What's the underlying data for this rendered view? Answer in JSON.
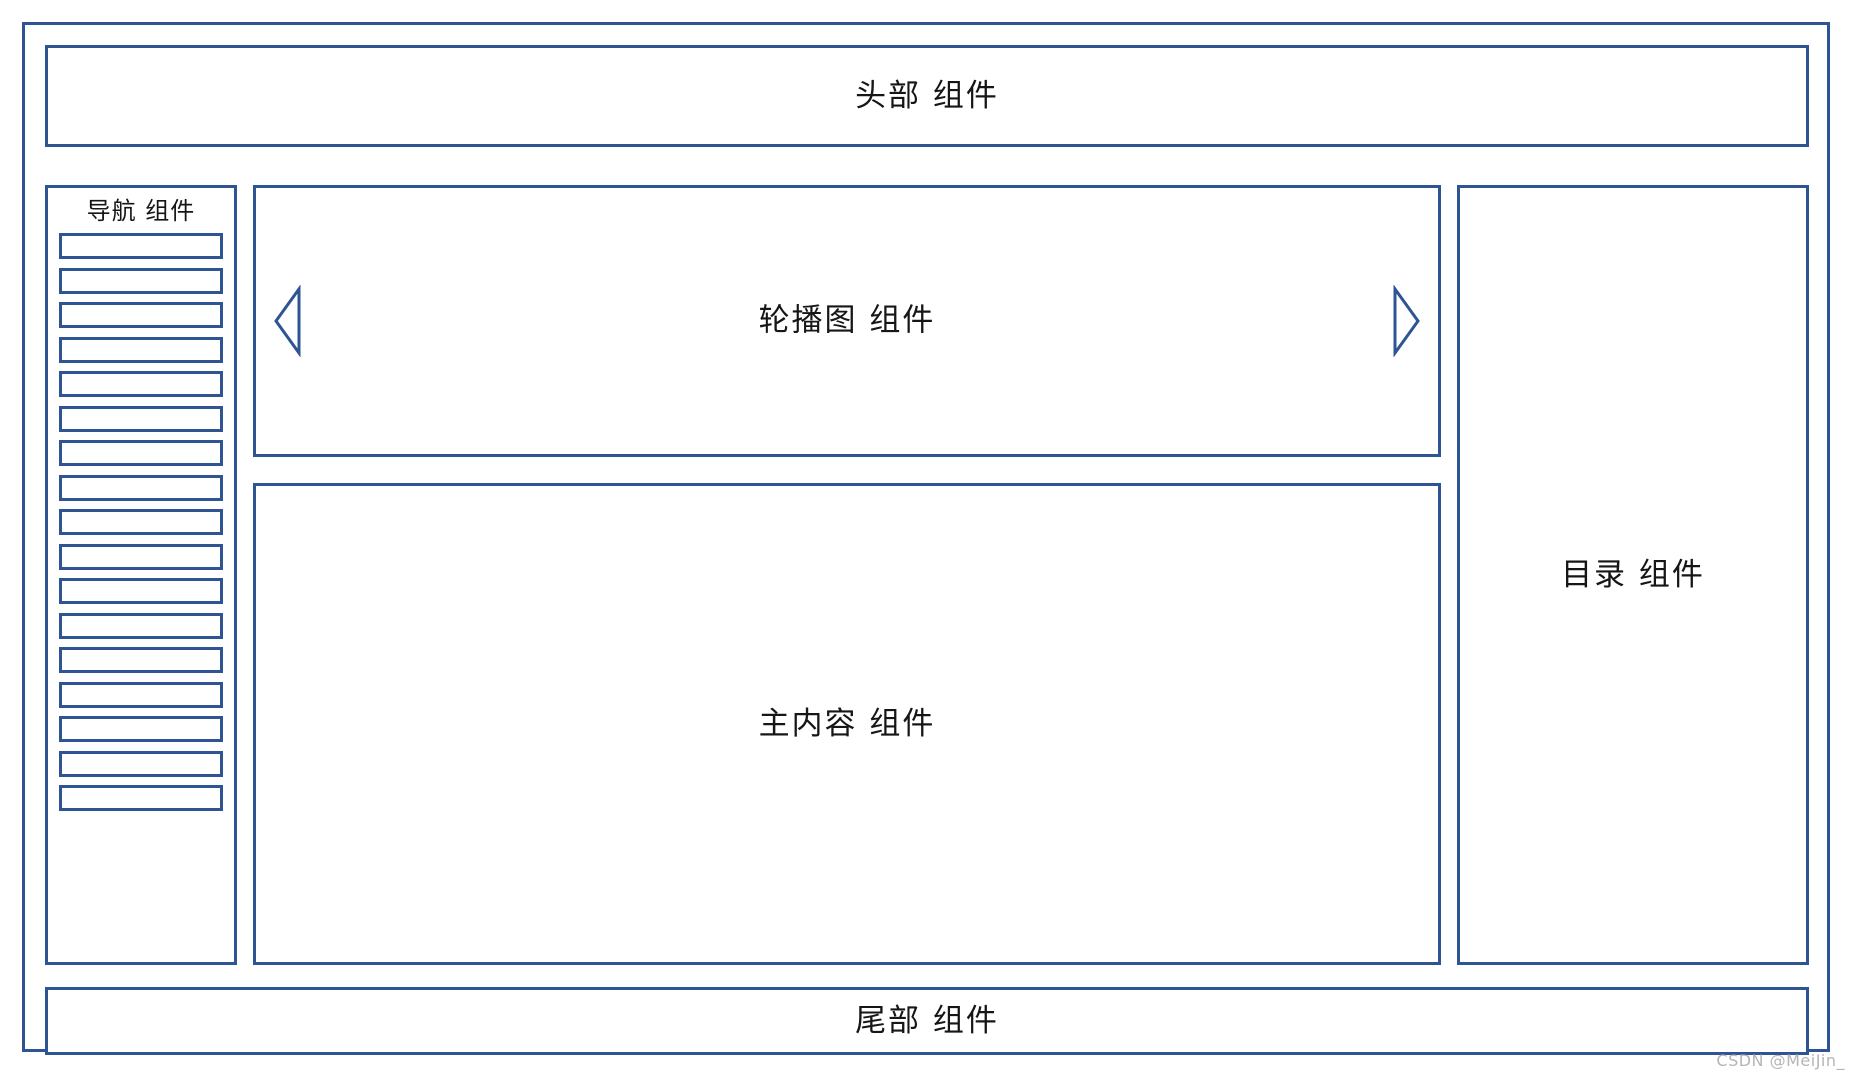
{
  "colors": {
    "border": "#2E5494",
    "text": "#161616",
    "background": "#ffffff",
    "watermark": "#b5b5b5"
  },
  "frame": {
    "name": "page-layout-wireframe"
  },
  "header": {
    "label": "头部 组件"
  },
  "nav": {
    "title": "导航 组件",
    "item_count": 17,
    "items": [
      {
        "label": ""
      },
      {
        "label": ""
      },
      {
        "label": ""
      },
      {
        "label": ""
      },
      {
        "label": ""
      },
      {
        "label": ""
      },
      {
        "label": ""
      },
      {
        "label": ""
      },
      {
        "label": ""
      },
      {
        "label": ""
      },
      {
        "label": ""
      },
      {
        "label": ""
      },
      {
        "label": ""
      },
      {
        "label": ""
      },
      {
        "label": ""
      },
      {
        "label": ""
      },
      {
        "label": ""
      }
    ]
  },
  "carousel": {
    "label": "轮播图 组件",
    "prev_icon": "chevron-left-icon",
    "next_icon": "chevron-right-icon"
  },
  "main": {
    "label": "主内容 组件"
  },
  "catalog": {
    "label": "目录 组件"
  },
  "footer": {
    "label": "尾部 组件"
  },
  "watermark": {
    "text": "CSDN @MeiJin_"
  }
}
